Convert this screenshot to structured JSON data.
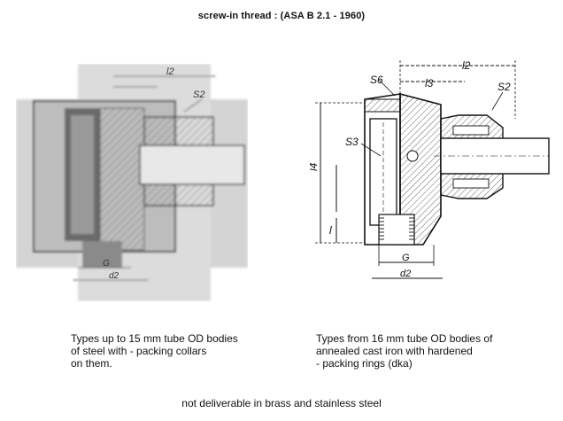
{
  "title": "screw-in thread : (ASA B 2.1 - 1960)",
  "left_drawing": {
    "labels": {
      "l2": "l2",
      "s2": "S2",
      "d2": "d2",
      "g": "G"
    },
    "caption": "Types up to 15 mm tube OD bodies\nof steel with - packing collars\non them."
  },
  "right_drawing": {
    "labels": {
      "l2": "l2",
      "l3": "l3",
      "s6": "S6",
      "s2": "S2",
      "s3": "S3",
      "l4": "l4",
      "l1": "l",
      "g": "G",
      "d2": "d2"
    },
    "caption": "Types from 16 mm tube OD bodies of\nannealed cast iron with hardened\n- packing rings (dka)"
  },
  "footer": "not deliverable in brass and stainless steel",
  "colors": {
    "ink": "#111111",
    "photo_gray": "#8a8a8a",
    "hatch": "#555555"
  }
}
